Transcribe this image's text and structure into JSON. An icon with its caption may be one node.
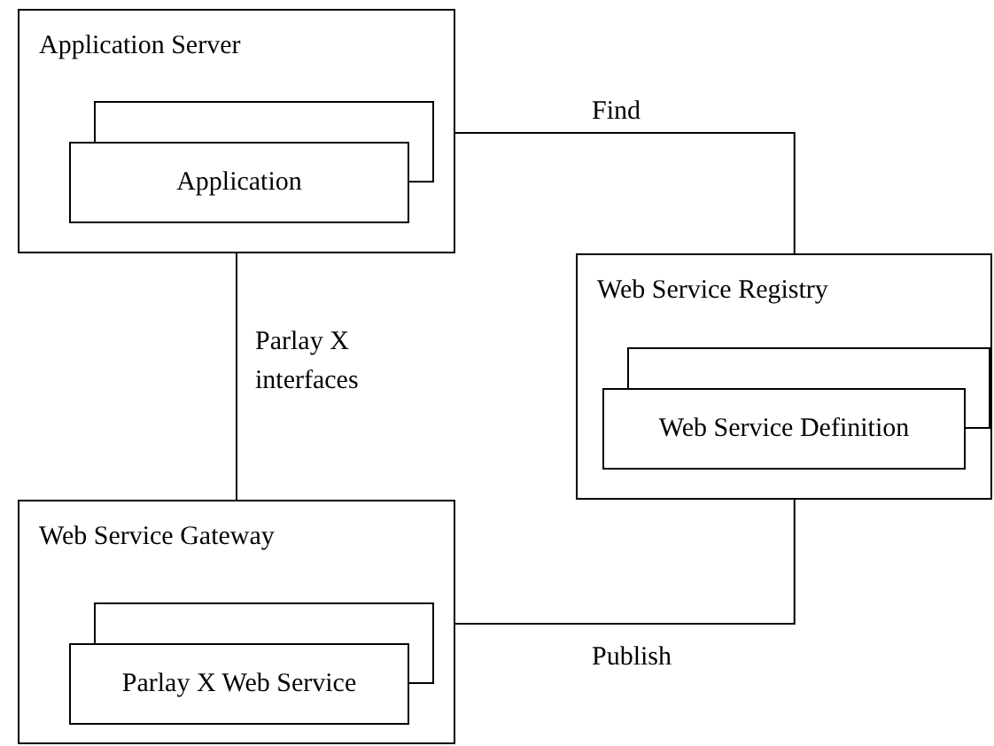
{
  "diagram": {
    "nodes": [
      {
        "text": [
          "Application Server"
        ]
      },
      {
        "text": [
          "Application"
        ],
        "in": 0
      },
      {
        "text": [
          "Web Service Registry"
        ]
      },
      {
        "text": [
          "Web Service Definition"
        ],
        "in": 2
      },
      {
        "text": [
          "Web Service Gateway"
        ]
      },
      {
        "text": [
          "Parlay X Web Service"
        ],
        "in": 4
      }
    ],
    "edges": [
      {
        "from": 0,
        "to": 2,
        "arrow": "none",
        "label": "Find"
      },
      {
        "from": 0,
        "to": 4,
        "arrow": "none",
        "label": "Parlay X interfaces"
      },
      {
        "from": 4,
        "to": 2,
        "arrow": "none",
        "label": "Publish"
      }
    ]
  }
}
